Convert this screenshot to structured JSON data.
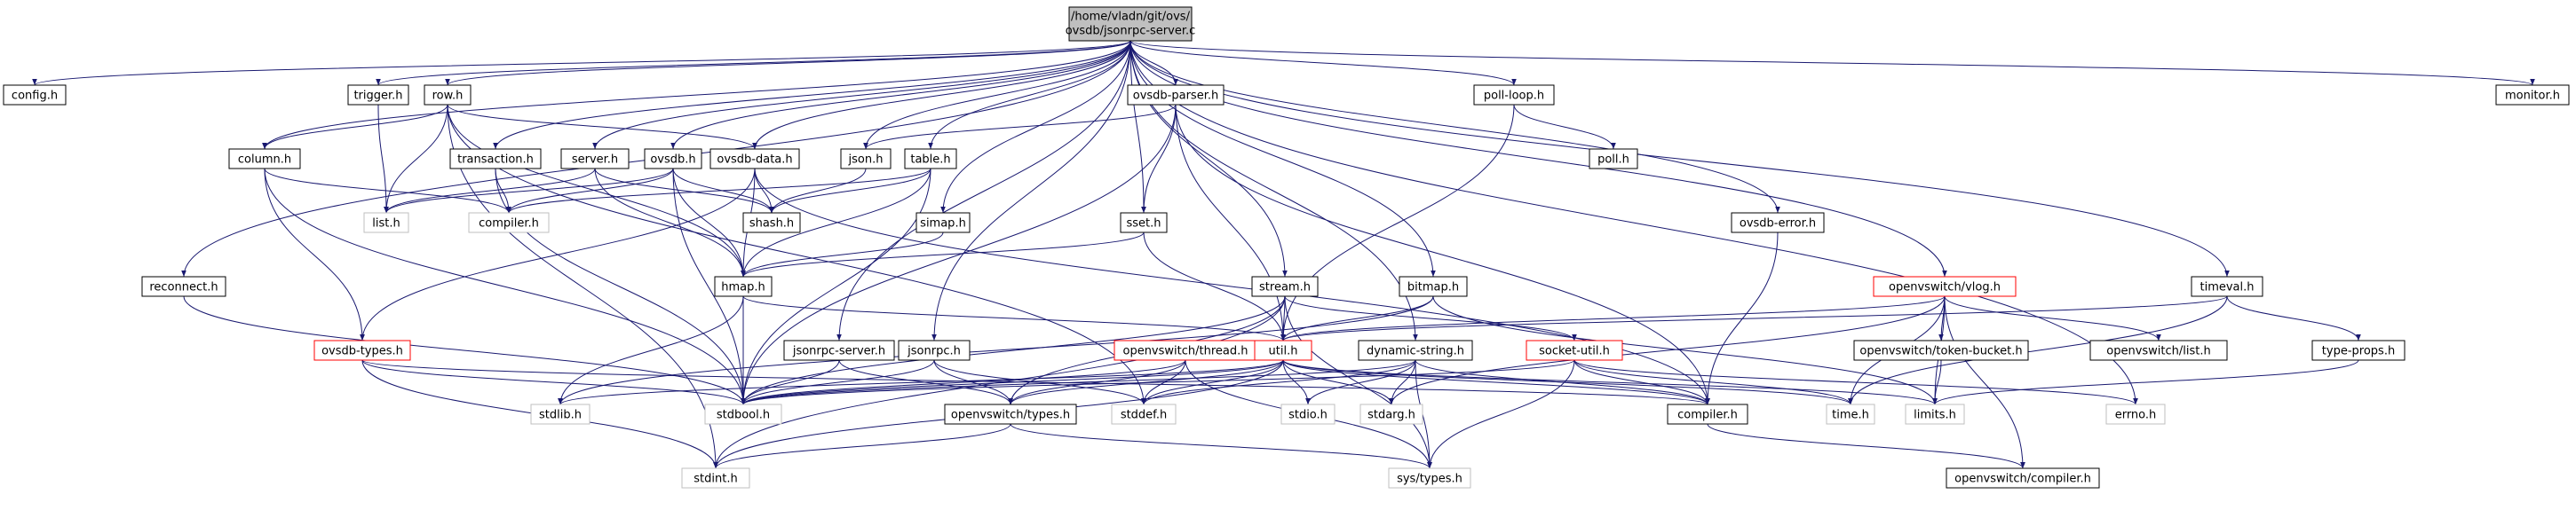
{
  "colors": {
    "edge": "#191970",
    "node_border": "#000000",
    "node_border_red": "#ff0000",
    "node_border_gray": "#bfbfbf",
    "root_fill": "#bfbfbf",
    "node_fill": "#ffffff",
    "text": "#000000"
  },
  "nodes": [
    {
      "id": "root",
      "label": "/home/vladn/git/ovs/ovsdb/jsonrpc-server.c",
      "style": "root"
    },
    {
      "id": "config",
      "label": "config.h",
      "style": "normal"
    },
    {
      "id": "trigger",
      "label": "trigger.h",
      "style": "normal"
    },
    {
      "id": "row",
      "label": "row.h",
      "style": "normal"
    },
    {
      "id": "ovsdbparser",
      "label": "ovsdb-parser.h",
      "style": "normal"
    },
    {
      "id": "pollloop",
      "label": "poll-loop.h",
      "style": "normal"
    },
    {
      "id": "monitor",
      "label": "monitor.h",
      "style": "normal"
    },
    {
      "id": "column",
      "label": "column.h",
      "style": "normal"
    },
    {
      "id": "transaction",
      "label": "transaction.h",
      "style": "normal"
    },
    {
      "id": "server",
      "label": "server.h",
      "style": "normal"
    },
    {
      "id": "ovsdb",
      "label": "ovsdb.h",
      "style": "normal"
    },
    {
      "id": "ovsdbdata",
      "label": "ovsdb-data.h",
      "style": "normal"
    },
    {
      "id": "json",
      "label": "json.h",
      "style": "normal"
    },
    {
      "id": "table",
      "label": "table.h",
      "style": "normal"
    },
    {
      "id": "poll",
      "label": "poll.h",
      "style": "normal"
    },
    {
      "id": "list",
      "label": "list.h",
      "style": "gray"
    },
    {
      "id": "compiler",
      "label": "compiler.h",
      "style": "gray"
    },
    {
      "id": "shash",
      "label": "shash.h",
      "style": "normal"
    },
    {
      "id": "simap",
      "label": "simap.h",
      "style": "normal"
    },
    {
      "id": "sset",
      "label": "sset.h",
      "style": "normal"
    },
    {
      "id": "ovsdberror",
      "label": "ovsdb-error.h",
      "style": "normal"
    },
    {
      "id": "reconnect",
      "label": "reconnect.h",
      "style": "normal"
    },
    {
      "id": "hmap",
      "label": "hmap.h",
      "style": "normal"
    },
    {
      "id": "stream",
      "label": "stream.h",
      "style": "normal"
    },
    {
      "id": "bitmap",
      "label": "bitmap.h",
      "style": "normal"
    },
    {
      "id": "vlog",
      "label": "openvswitch/vlog.h",
      "style": "red"
    },
    {
      "id": "timeval",
      "label": "timeval.h",
      "style": "normal"
    },
    {
      "id": "ovsdbtypes",
      "label": "ovsdb-types.h",
      "style": "red"
    },
    {
      "id": "jsonrpcserver",
      "label": "jsonrpc-server.h",
      "style": "normal"
    },
    {
      "id": "jsonrpc",
      "label": "jsonrpc.h",
      "style": "normal"
    },
    {
      "id": "thread",
      "label": "openvswitch/thread.h",
      "style": "red"
    },
    {
      "id": "util",
      "label": "util.h",
      "style": "red"
    },
    {
      "id": "dynstring",
      "label": "dynamic-string.h",
      "style": "normal"
    },
    {
      "id": "socketutil",
      "label": "socket-util.h",
      "style": "red"
    },
    {
      "id": "tokenbucket",
      "label": "openvswitch/token-bucket.h",
      "style": "normal"
    },
    {
      "id": "ovslist",
      "label": "openvswitch/list.h",
      "style": "normal"
    },
    {
      "id": "typeprops",
      "label": "type-props.h",
      "style": "normal"
    },
    {
      "id": "stdlib",
      "label": "stdlib.h",
      "style": "gray"
    },
    {
      "id": "stdbool",
      "label": "stdbool.h",
      "style": "gray"
    },
    {
      "id": "ovstypes",
      "label": "openvswitch/types.h",
      "style": "normal"
    },
    {
      "id": "stddef",
      "label": "stddef.h",
      "style": "gray"
    },
    {
      "id": "stdio",
      "label": "stdio.h",
      "style": "gray"
    },
    {
      "id": "stdarg",
      "label": "stdarg.h",
      "style": "gray"
    },
    {
      "id": "compiler2",
      "label": "compiler.h",
      "style": "normal"
    },
    {
      "id": "time",
      "label": "time.h",
      "style": "gray"
    },
    {
      "id": "limits",
      "label": "limits.h",
      "style": "gray"
    },
    {
      "id": "errno",
      "label": "errno.h",
      "style": "gray"
    },
    {
      "id": "stdint",
      "label": "stdint.h",
      "style": "gray"
    },
    {
      "id": "systypes",
      "label": "sys/types.h",
      "style": "gray"
    },
    {
      "id": "ovscompiler",
      "label": "openvswitch/compiler.h",
      "style": "normal"
    }
  ],
  "edges": [
    [
      "root",
      "config"
    ],
    [
      "root",
      "trigger"
    ],
    [
      "root",
      "row"
    ],
    [
      "root",
      "column"
    ],
    [
      "root",
      "transaction"
    ],
    [
      "root",
      "server"
    ],
    [
      "root",
      "ovsdb"
    ],
    [
      "root",
      "ovsdbdata"
    ],
    [
      "root",
      "json"
    ],
    [
      "root",
      "table"
    ],
    [
      "root",
      "ovsdbparser"
    ],
    [
      "root",
      "simap"
    ],
    [
      "root",
      "reconnect"
    ],
    [
      "root",
      "stream"
    ],
    [
      "root",
      "jsonrpcserver"
    ],
    [
      "root",
      "jsonrpc"
    ],
    [
      "root",
      "bitmap"
    ],
    [
      "root",
      "dynstring"
    ],
    [
      "root",
      "pollloop"
    ],
    [
      "root",
      "ovsdberror"
    ],
    [
      "root",
      "vlog"
    ],
    [
      "root",
      "timeval"
    ],
    [
      "root",
      "monitor"
    ],
    [
      "root",
      "errno"
    ],
    [
      "root",
      "sset"
    ],
    [
      "trigger",
      "list"
    ],
    [
      "row",
      "column"
    ],
    [
      "row",
      "ovsdbdata"
    ],
    [
      "row",
      "list"
    ],
    [
      "row",
      "hmap"
    ],
    [
      "row",
      "stddef"
    ],
    [
      "row",
      "stdint"
    ],
    [
      "column",
      "compiler"
    ],
    [
      "column",
      "ovsdbtypes"
    ],
    [
      "column",
      "stdbool"
    ],
    [
      "transaction",
      "compiler"
    ],
    [
      "transaction",
      "stdbool"
    ],
    [
      "server",
      "list"
    ],
    [
      "server",
      "shash"
    ],
    [
      "server",
      "hmap"
    ],
    [
      "ovsdb",
      "list"
    ],
    [
      "ovsdb",
      "shash"
    ],
    [
      "ovsdb",
      "hmap"
    ],
    [
      "ovsdb",
      "compiler"
    ],
    [
      "ovsdb",
      "stdbool"
    ],
    [
      "ovsdbdata",
      "shash"
    ],
    [
      "ovsdbdata",
      "ovsdbtypes"
    ],
    [
      "ovsdbdata",
      "compiler2"
    ],
    [
      "ovsdbdata",
      "hmap"
    ],
    [
      "table",
      "compiler"
    ],
    [
      "table",
      "shash"
    ],
    [
      "table",
      "hmap"
    ],
    [
      "table",
      "stdbool"
    ],
    [
      "ovsdbparser",
      "json"
    ],
    [
      "ovsdbparser",
      "sset"
    ],
    [
      "ovsdbparser",
      "util"
    ],
    [
      "ovsdbparser",
      "compiler2"
    ],
    [
      "ovsdbparser",
      "stdbool"
    ],
    [
      "json",
      "shash"
    ],
    [
      "simap",
      "hmap"
    ],
    [
      "sset",
      "hmap"
    ],
    [
      "sset",
      "util"
    ],
    [
      "pollloop",
      "poll"
    ],
    [
      "pollloop",
      "util"
    ],
    [
      "ovsdberror",
      "compiler2"
    ],
    [
      "reconnect",
      "stdbool"
    ],
    [
      "hmap",
      "stdbool"
    ],
    [
      "hmap",
      "stdlib"
    ],
    [
      "hmap",
      "util"
    ],
    [
      "stream",
      "stdbool"
    ],
    [
      "stream",
      "stdint"
    ],
    [
      "stream",
      "util"
    ],
    [
      "stream",
      "socketutil"
    ],
    [
      "stream",
      "ovstypes"
    ],
    [
      "stream",
      "systypes"
    ],
    [
      "bitmap",
      "limits"
    ],
    [
      "bitmap",
      "stdlib"
    ],
    [
      "bitmap",
      "util"
    ],
    [
      "ovsdbtypes",
      "stdbool"
    ],
    [
      "ovsdbtypes",
      "stdint"
    ],
    [
      "ovsdbtypes",
      "compiler2"
    ],
    [
      "jsonrpcserver",
      "stdbool"
    ],
    [
      "jsonrpcserver",
      "ovstypes"
    ],
    [
      "jsonrpc",
      "stdbool"
    ],
    [
      "jsonrpc",
      "stddef"
    ],
    [
      "jsonrpc",
      "ovstypes"
    ],
    [
      "thread",
      "stdbool"
    ],
    [
      "thread",
      "stddef"
    ],
    [
      "thread",
      "systypes"
    ],
    [
      "thread",
      "ovstypes"
    ],
    [
      "util",
      "stdlib"
    ],
    [
      "util",
      "stdbool"
    ],
    [
      "util",
      "stddef"
    ],
    [
      "util",
      "stdio"
    ],
    [
      "util",
      "stdarg"
    ],
    [
      "util",
      "compiler2"
    ],
    [
      "util",
      "stdint"
    ],
    [
      "util",
      "time"
    ],
    [
      "util",
      "limits"
    ],
    [
      "util",
      "ovstypes"
    ],
    [
      "util",
      "thread"
    ],
    [
      "dynstring",
      "stdbool"
    ],
    [
      "dynstring",
      "stdio"
    ],
    [
      "dynstring",
      "stddef"
    ],
    [
      "dynstring",
      "stdarg"
    ],
    [
      "dynstring",
      "compiler2"
    ],
    [
      "dynstring",
      "systypes"
    ],
    [
      "socketutil",
      "stdbool"
    ],
    [
      "socketutil",
      "compiler2"
    ],
    [
      "socketutil",
      "systypes"
    ],
    [
      "socketutil",
      "errno"
    ],
    [
      "socketutil",
      "time"
    ],
    [
      "vlog",
      "util"
    ],
    [
      "vlog",
      "tokenbucket"
    ],
    [
      "vlog",
      "ovslist"
    ],
    [
      "vlog",
      "limits"
    ],
    [
      "vlog",
      "stdarg"
    ],
    [
      "vlog",
      "time"
    ],
    [
      "vlog",
      "ovscompiler"
    ],
    [
      "tokenbucket",
      "limits"
    ],
    [
      "timeval",
      "typeprops"
    ],
    [
      "timeval",
      "time"
    ],
    [
      "timeval",
      "util"
    ],
    [
      "typeprops",
      "limits"
    ],
    [
      "ovstypes",
      "stdint"
    ],
    [
      "ovstypes",
      "systypes"
    ],
    [
      "compiler2",
      "ovscompiler"
    ]
  ]
}
